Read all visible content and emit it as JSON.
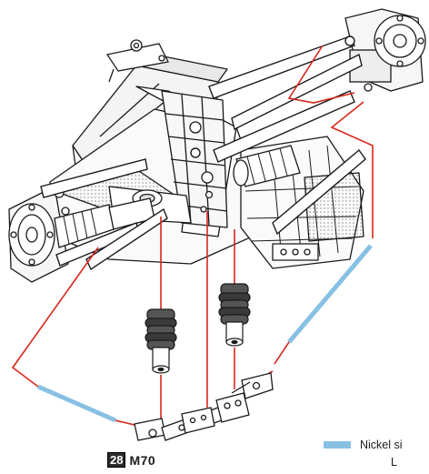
{
  "step": {
    "number": "28",
    "code": "M70"
  },
  "legend": {
    "label": "Nickel si",
    "sub_label": "L",
    "swatch_color": "#88c0e4"
  },
  "colors": {
    "guide_line": "#d8261c",
    "nickel_tube": "#88c0e4",
    "outline": "#1a1a1a",
    "fill": "#ffffff"
  }
}
